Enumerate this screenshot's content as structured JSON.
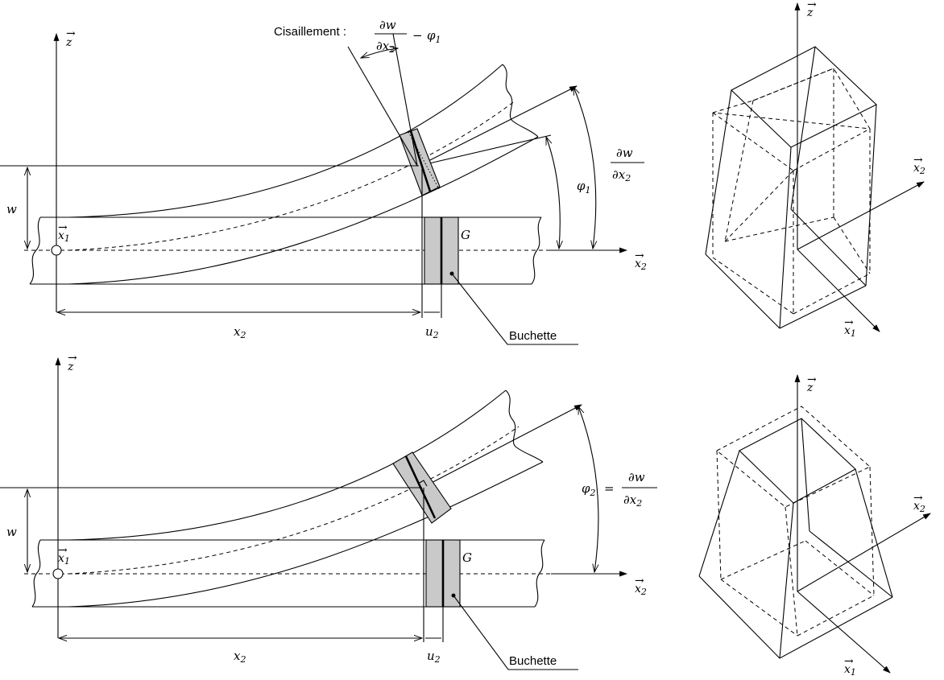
{
  "labels": {
    "shear": "Cisaillement :",
    "buchette": "Buchette",
    "G": "G",
    "w": "w",
    "x2": "x",
    "u2": "u",
    "sub2": "2",
    "sub1": "1",
    "z": "z",
    "x": "x",
    "phi": "φ",
    "partial_w": "∂w",
    "partial_x2": "∂x",
    "minus": "−",
    "equals": "="
  },
  "colors": {
    "stroke": "#000000",
    "element_fill": "#c9c9c9",
    "background": "#ffffff"
  }
}
